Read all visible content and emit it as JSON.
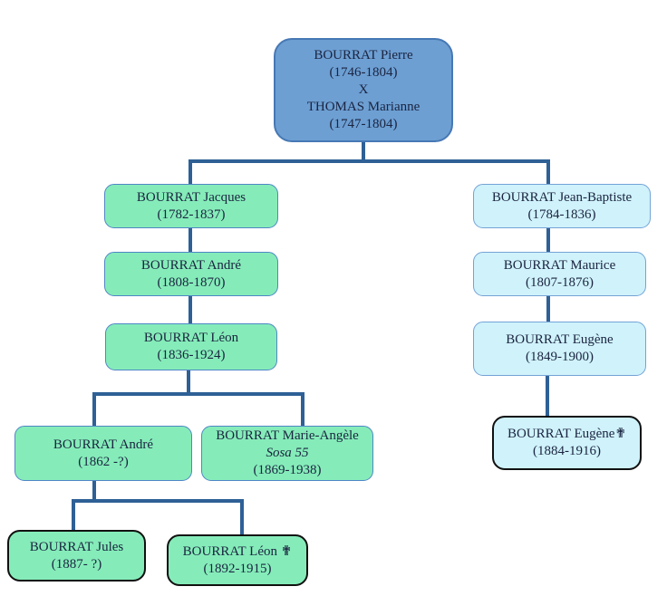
{
  "tree": {
    "root": {
      "name_1": "BOURRAT Pierre",
      "dates_1": "(1746-1804)",
      "union_symbol": "X",
      "name_2": "THOMAS Marianne",
      "dates_2": "(1747-1804)"
    },
    "nodes": {
      "jacques": {
        "name": "BOURRAT Jacques",
        "dates": "(1782-1837)"
      },
      "andre_1808": {
        "name": "BOURRAT André",
        "dates": "(1808-1870)"
      },
      "leon_1836": {
        "name": "BOURRAT Léon",
        "dates": "(1836-1924)"
      },
      "andre_1862": {
        "name": "BOURRAT André",
        "dates": "(1862 -?)"
      },
      "marie_angele": {
        "name": "BOURRAT Marie-Angèle",
        "sosa": "Sosa 55",
        "dates": "(1869-1938)"
      },
      "jules": {
        "name": "BOURRAT Jules",
        "dates": "(1887- ?)"
      },
      "leon_1892": {
        "name": "BOURRAT Léon ✟",
        "dates": "(1892-1915)"
      },
      "jean_baptiste": {
        "name": "BOURRAT Jean-Baptiste",
        "dates": "(1784-1836)"
      },
      "maurice": {
        "name": "BOURRAT Maurice",
        "dates": "(1807-1876)"
      },
      "eugene_1849": {
        "name": "BOURRAT Eugène",
        "dates": "(1849-1900)"
      },
      "eugene_1884": {
        "name": "BOURRAT Eugène✟",
        "dates": "(1884-1916)"
      }
    },
    "icons": {
      "deceased_cross": "✟"
    },
    "colors": {
      "root_fill": "#6d9fd3",
      "root_border": "#4678b4",
      "green_fill": "#85ecb9",
      "green_border": "#4f86c6",
      "cyan_fill": "#cff2fb",
      "cyan_border": "#74a3d6",
      "deceased_border": "#111111",
      "connector": "#2e6096",
      "text": "#1b2440",
      "background": "#ffffff"
    }
  }
}
